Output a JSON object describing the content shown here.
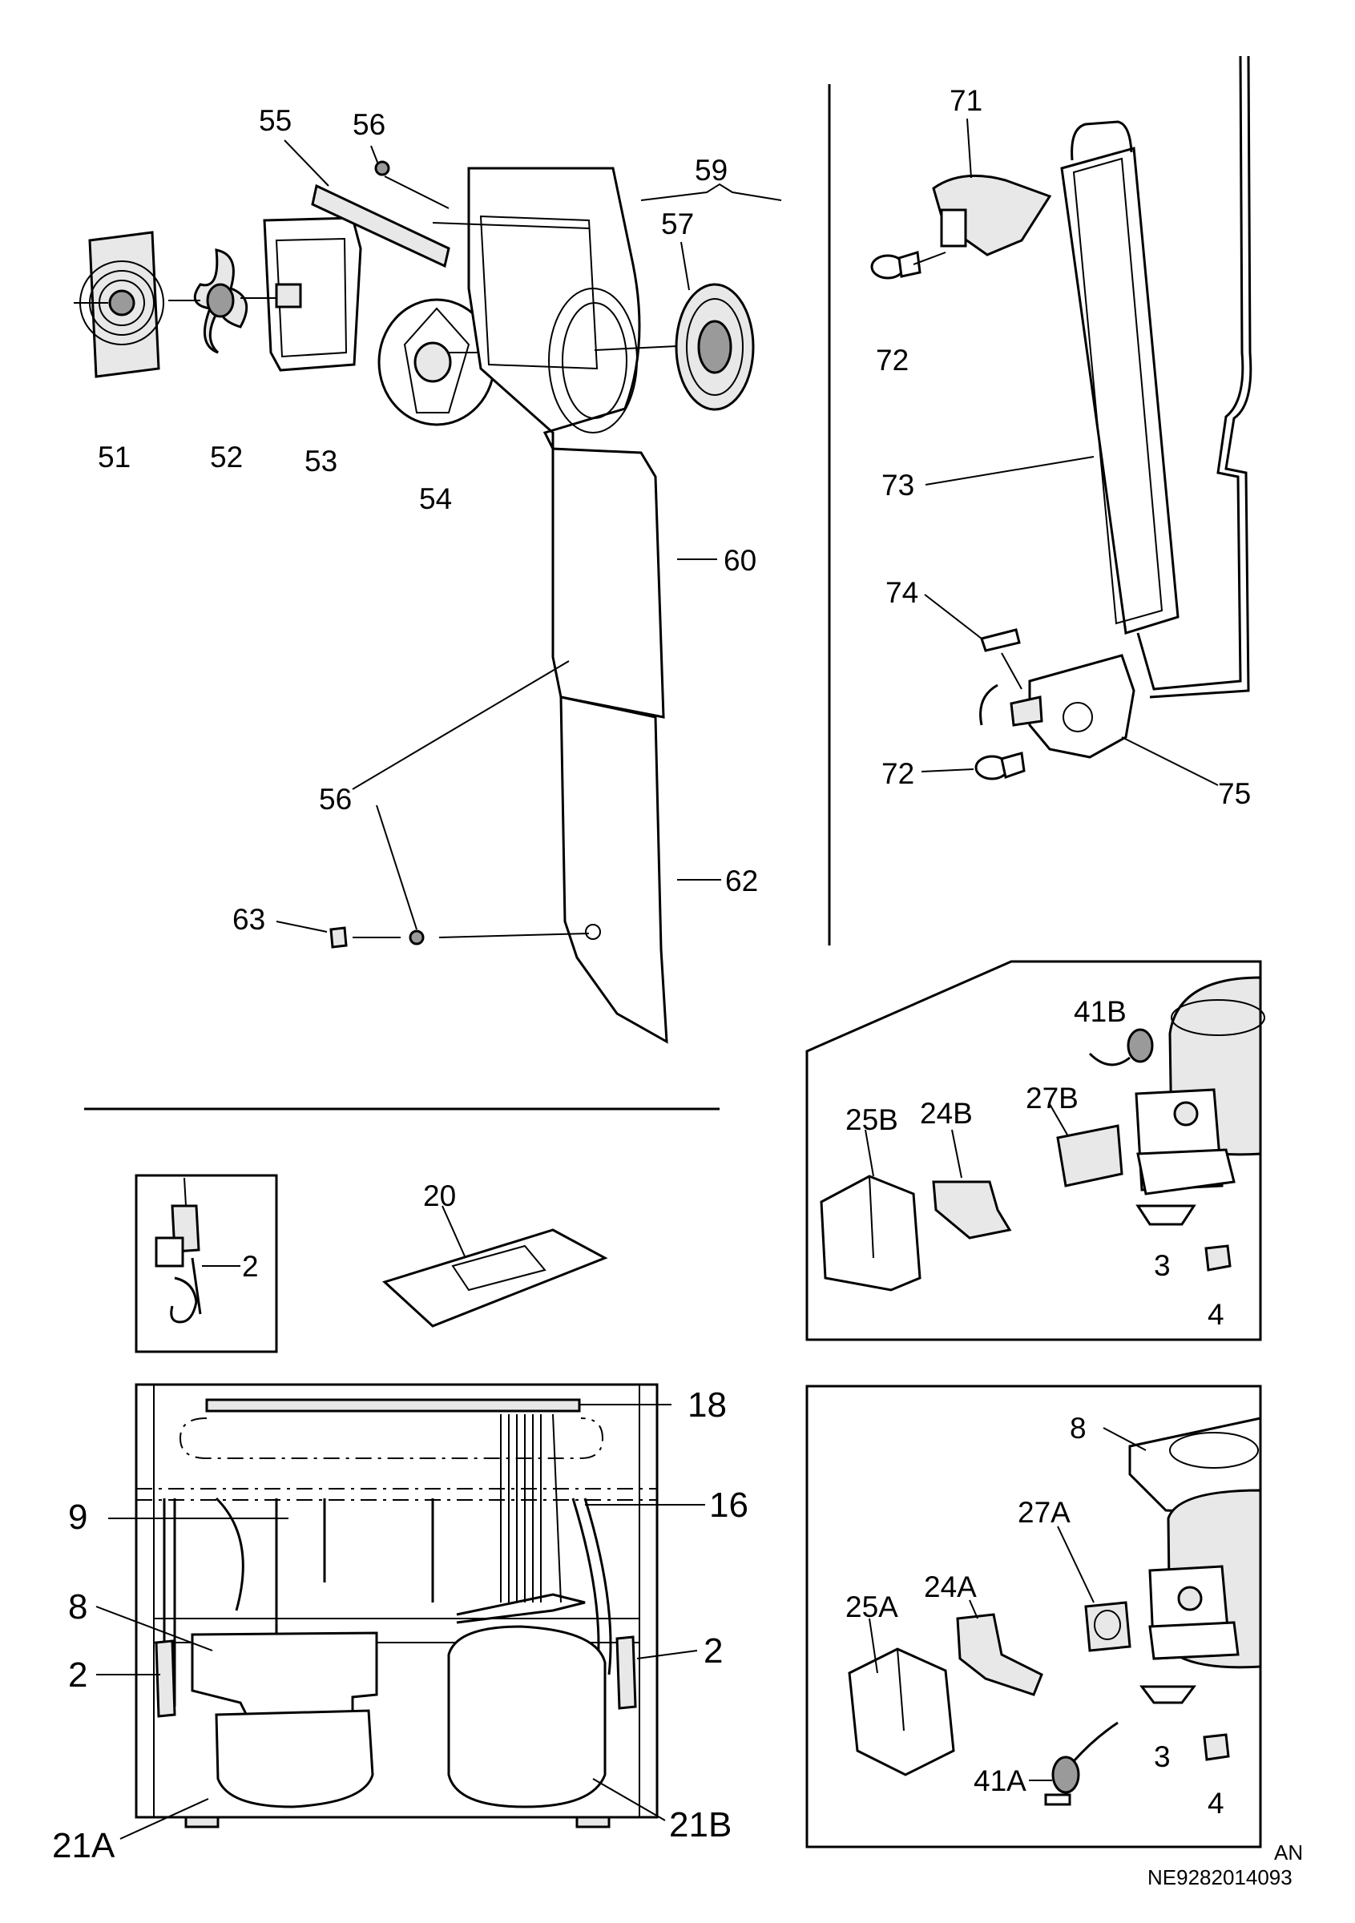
{
  "callouts": {
    "c51": "51",
    "c52": "52",
    "c53": "53",
    "c54": "54",
    "c55": "55",
    "c56a": "56",
    "c56b": "56",
    "c57": "57",
    "c59": "59",
    "c60": "60",
    "c62": "62",
    "c63": "63",
    "c71": "71",
    "c72a": "72",
    "c72b": "72",
    "c73": "73",
    "c74": "74",
    "c75": "75",
    "c41B": "41B",
    "c25B": "25B",
    "c24B": "24B",
    "c27B": "27B",
    "c3a": "3",
    "c4a": "4",
    "c8a": "8",
    "c27A": "27A",
    "c24A": "24A",
    "c25A": "25A",
    "c41A": "41A",
    "c3b": "3",
    "c4b": "4",
    "c20": "20",
    "c2box": "2",
    "c18": "18",
    "c16": "16",
    "c9": "9",
    "c8b": "8",
    "c2l": "2",
    "c2r": "2",
    "c21A": "21A",
    "c21B": "21B"
  },
  "footer": {
    "line1": "AN",
    "line2": "NE9282014093"
  }
}
